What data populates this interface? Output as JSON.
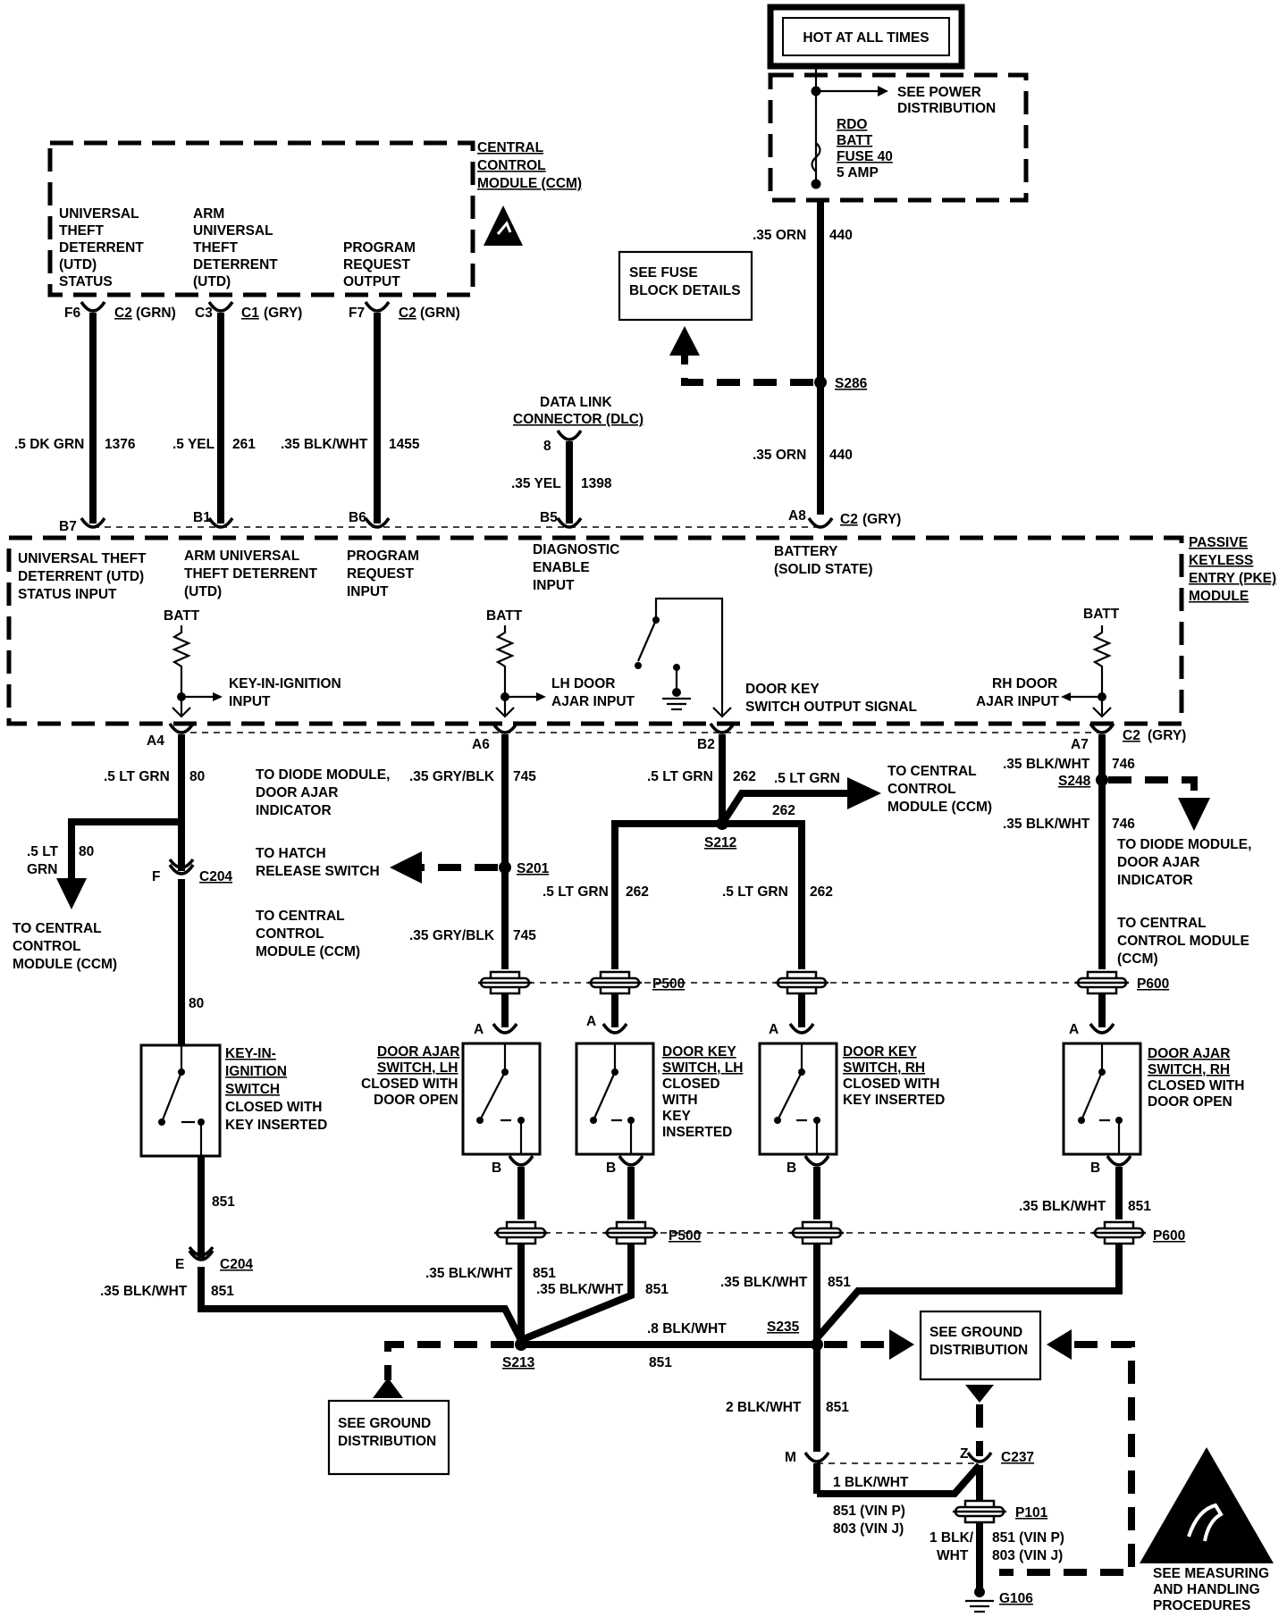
{
  "hot_box": "HOT AT ALL TIMES",
  "power": {
    "see_power_1": "SEE POWER",
    "see_power_2": "DISTRIBUTION",
    "fuse_1": "RDO",
    "fuse_2": "BATT",
    "fuse_3": "FUSE 40",
    "fuse_4": "5 AMP"
  },
  "wires": {
    "orn_top_label": ".35 ORN",
    "orn_top_num": "440",
    "orn_mid_label": ".35 ORN",
    "orn_mid_num": "440",
    "s286": "S286",
    "fuse_block_1": "SEE FUSE",
    "fuse_block_2": "BLOCK DETAILS",
    "w1376_label": ".5 DK GRN",
    "w1376_num": "1376",
    "w261_label": ".5 YEL",
    "w261_num": "261",
    "w1455_label": ".35 BLK/WHT",
    "w1455_num": "1455",
    "w1398_label": ".35 YEL",
    "w1398_num": "1398"
  },
  "ccm": {
    "title_1": "CENTRAL",
    "title_2": "CONTROL",
    "title_3": "MODULE (CCM)",
    "c1_l1": "UNIVERSAL",
    "c1_l2": "THEFT",
    "c1_l3": "DETERRENT",
    "c1_l4": "(UTD)",
    "c1_l5": "STATUS",
    "c2_l1": "ARM",
    "c2_l2": "UNIVERSAL",
    "c2_l3": "THEFT",
    "c2_l4": "DETERRENT",
    "c2_l5": "(UTD)",
    "c3_l1": "PROGRAM",
    "c3_l2": "REQUEST",
    "c3_l3": "OUTPUT",
    "pin_f6": "F6",
    "conn_f6": "C2",
    "col_f6": "(GRN)",
    "pin_c3": "C3",
    "conn_c3": "C1",
    "col_c3": "(GRY)",
    "pin_f7": "F7",
    "conn_f7": "C2",
    "col_f7": "(GRN)"
  },
  "dlc": {
    "t1": "DATA LINK",
    "t2": "CONNECTOR (DLC)",
    "pin": "8"
  },
  "pke": {
    "title_1": "PASSIVE",
    "title_2": "KEYLESS",
    "title_3": "ENTRY (PKE)",
    "title_4": "MODULE",
    "pin_b7": "B7",
    "pin_b1": "B1",
    "pin_b6": "B6",
    "pin_b5": "B5",
    "pin_a8": "A8",
    "conn_a8": "C2",
    "col_a8": "(GRY)",
    "in1_l1": "UNIVERSAL THEFT",
    "in1_l2": "DETERRENT (UTD)",
    "in1_l3": "STATUS INPUT",
    "in2_l1": "ARM UNIVERSAL",
    "in2_l2": "THEFT DETERRENT",
    "in2_l3": "(UTD)",
    "in3_l1": "PROGRAM",
    "in3_l2": "REQUEST",
    "in3_l3": "INPUT",
    "in4_l1": "DIAGNOSTIC",
    "in4_l2": "ENABLE",
    "in4_l3": "INPUT",
    "in5_l1": "BATTERY",
    "in5_l2": "(SOLID STATE)",
    "batt": "BATT",
    "kii_1": "KEY-IN-IGNITION",
    "kii_2": "INPUT",
    "lh_1": "LH DOOR",
    "lh_2": "AJAR INPUT",
    "dk_1": "DOOR KEY",
    "dk_2": "SWITCH OUTPUT SIGNAL",
    "rh_1": "RH DOOR",
    "rh_2": "AJAR INPUT",
    "pin_a4": "A4",
    "pin_a6": "A6",
    "pin_b2": "B2",
    "pin_a7": "A7",
    "conn_a7": "C2",
    "col_a7": "(GRY)"
  },
  "lower": {
    "w80_label": ".5 LT GRN",
    "w80_num": "80",
    "w80b_l1": ".5 LT",
    "w80b_l2": "GRN",
    "w80b_num": "80",
    "f": "F",
    "c204": "C204",
    "to_ccm_1": "TO CENTRAL",
    "to_ccm_2": "CONTROL",
    "to_ccm_3": "MODULE (CCM)",
    "w80c": "80",
    "w745_label": ".35 GRY/BLK",
    "w745_num": "745",
    "diode_1": "TO DIODE MODULE,",
    "diode_2": "DOOR AJAR",
    "diode_3": "INDICATOR",
    "hatch_1": "TO HATCH",
    "hatch_2": "RELEASE SWITCH",
    "s201": "S201",
    "mid_ccm_1": "TO CENTRAL",
    "mid_ccm_2": "CONTROL",
    "mid_ccm_3": "MODULE (CCM)",
    "w745b_label": ".35 GRY/BLK",
    "w745b_num": "745",
    "w262_label": ".5 LT GRN",
    "w262_num": "262",
    "w262b_label": ".5 LT GRN",
    "w262b_num": "262",
    "w262_num2": "262",
    "s212": "S212",
    "ccm2_1": "TO CENTRAL",
    "ccm2_2": "CONTROL",
    "ccm2_3": "MODULE (CCM)",
    "w262c_label": ".5 LT GRN",
    "w262c_num": "262",
    "w262d_label": ".5 LT GRN",
    "w262d_num": "262",
    "w746_label": ".35 BLK/WHT",
    "w746_num": "746",
    "s248": "S248",
    "w746b_label": ".35 BLK/WHT",
    "w746b_num": "746",
    "rdiode_1": "TO DIODE MODULE,",
    "rdiode_2": "DOOR AJAR",
    "rdiode_3": "INDICATOR",
    "rccm_1": "TO CENTRAL",
    "rccm_2": "CONTROL MODULE",
    "rccm_3": "(CCM)",
    "p500": "P500",
    "p600": "P600",
    "pa": "A",
    "pb": "B",
    "sw1_1": "KEY-IN-",
    "sw1_2": "IGNITION",
    "sw1_3": "SWITCH",
    "sw1_4": "CLOSED WITH",
    "sw1_5": "KEY INSERTED",
    "sw2_1": "DOOR AJAR",
    "sw2_2": "SWITCH, LH",
    "sw2_3": "CLOSED WITH",
    "sw2_4": "DOOR OPEN",
    "sw3_1": "DOOR KEY",
    "sw3_2": "SWITCH, LH",
    "sw3_3": "CLOSED",
    "sw3_4": "WITH",
    "sw3_5": "KEY",
    "sw3_6": "INSERTED",
    "sw4_1": "DOOR KEY",
    "sw4_2": "SWITCH, RH",
    "sw4_3": "CLOSED WITH",
    "sw4_4": "KEY INSERTED",
    "sw5_1": "DOOR AJAR",
    "sw5_2": "SWITCH, RH",
    "sw5_3": "CLOSED WITH",
    "sw5_4": "DOOR OPEN",
    "w851": "851",
    "e": "E",
    "c204b": "C204",
    "bw_label": ".35 BLK/WHT",
    "bw_num": "851",
    "bw2_label": ".35 BLK/WHT",
    "bw2_num": "851",
    "bw3_label": ".35 BLK/WHT",
    "bw3_num": "851",
    "bw4_label": ".35 BLK/WHT",
    "bw4_num": "851",
    "bw5_label": ".35 BLK/WHT",
    "bw5_num": "851",
    "s213": "S213",
    "s235": "S235",
    "bw8_label": ".8 BLK/WHT",
    "bw8_num": "851",
    "gd1_1": "SEE GROUND",
    "gd1_2": "DISTRIBUTION",
    "gd2_1": "SEE GROUND",
    "gd2_2": "DISTRIBUTION",
    "bw2g_label": "2 BLK/WHT",
    "bw2g_num": "851",
    "m": "M",
    "z": "Z",
    "c237": "C237",
    "bw1_label": "1 BLK/WHT",
    "vin_p": "851  (VIN P)",
    "vin_j": "803  (VIN J)",
    "p101": "P101",
    "bw1b_1": "1 BLK/",
    "bw1b_2": "WHT",
    "vin_p2": "851  (VIN P)",
    "vin_j2": "803  (VIN J)",
    "g106": "G106",
    "meas_1": "SEE MEASURING",
    "meas_2": "AND HANDLING",
    "meas_3": "PROCEDURES"
  }
}
